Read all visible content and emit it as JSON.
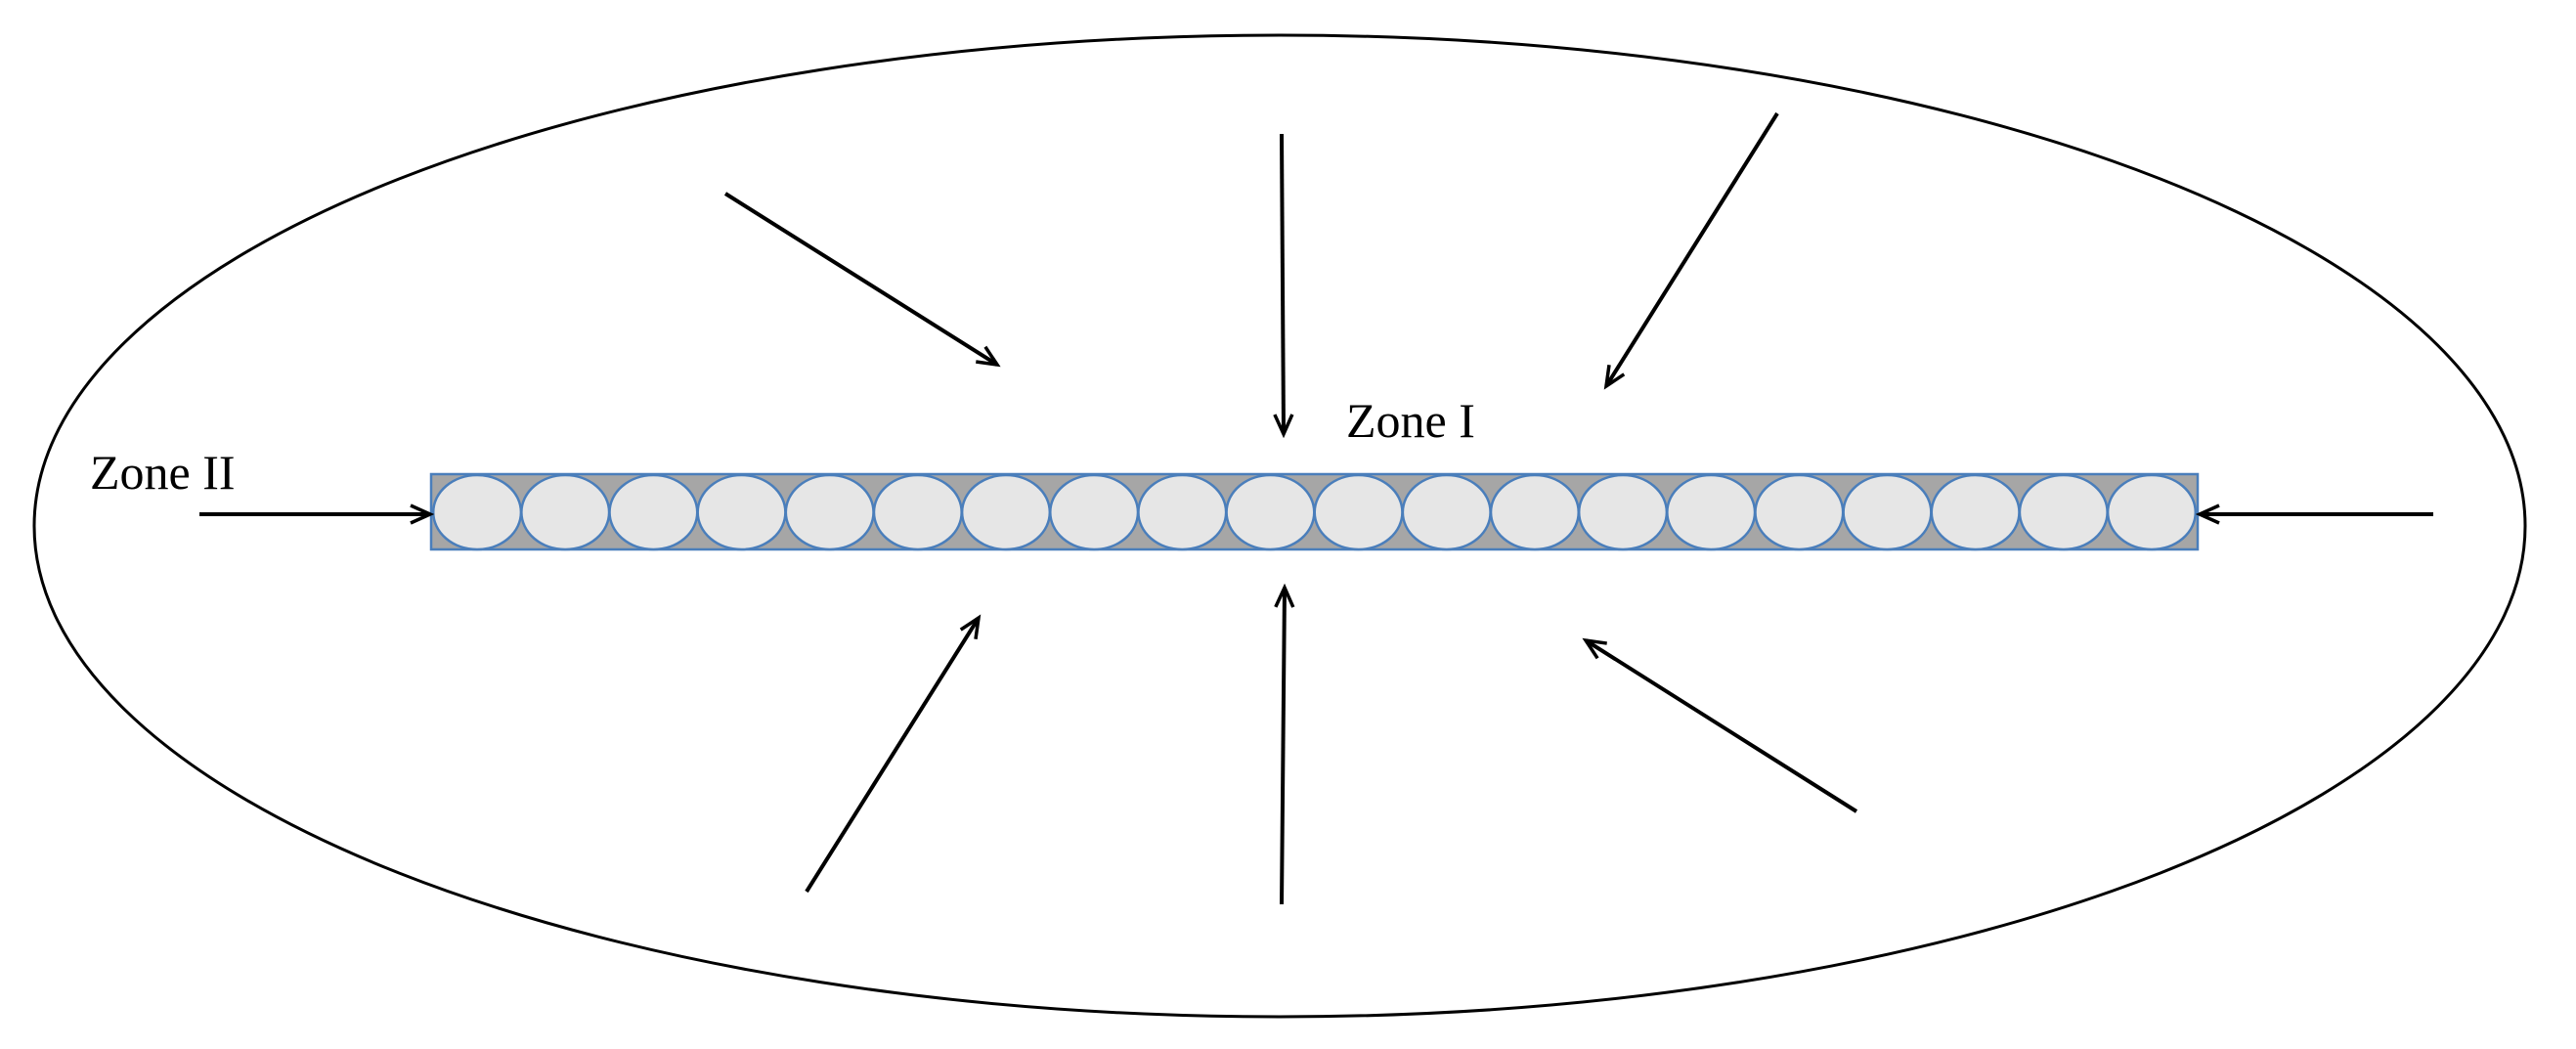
{
  "labels": {
    "zone_1": "Zone I",
    "zone_2": "Zone II"
  },
  "colors": {
    "outline": "#000000",
    "strip_fill": "#a6a6a6",
    "strip_stroke": "#4a7ebb",
    "cell_fill": "#e6e6e6",
    "cell_stroke": "#4a7ebb",
    "arrow": "#000000"
  },
  "cells": {
    "count": 20
  },
  "arrows": {
    "count": 8,
    "direction": "inward"
  }
}
